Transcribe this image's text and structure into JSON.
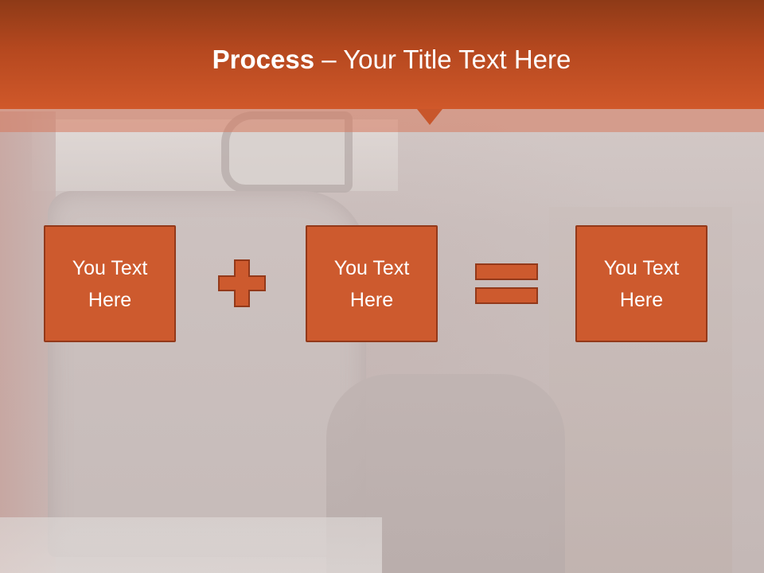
{
  "slide": {
    "title_bold": "Process",
    "title_rest": " – Your Title Text Here"
  },
  "process": {
    "boxes": [
      {
        "text": "You Text Here"
      },
      {
        "text": "You Text Here"
      },
      {
        "text": "You Text Here"
      }
    ],
    "operators": [
      "plus-icon",
      "equals-icon"
    ]
  },
  "colors": {
    "accent": "#cd5a2e",
    "accent_border": "#93391a",
    "header_dark": "#8e3a17",
    "header_light": "#d0582a"
  }
}
